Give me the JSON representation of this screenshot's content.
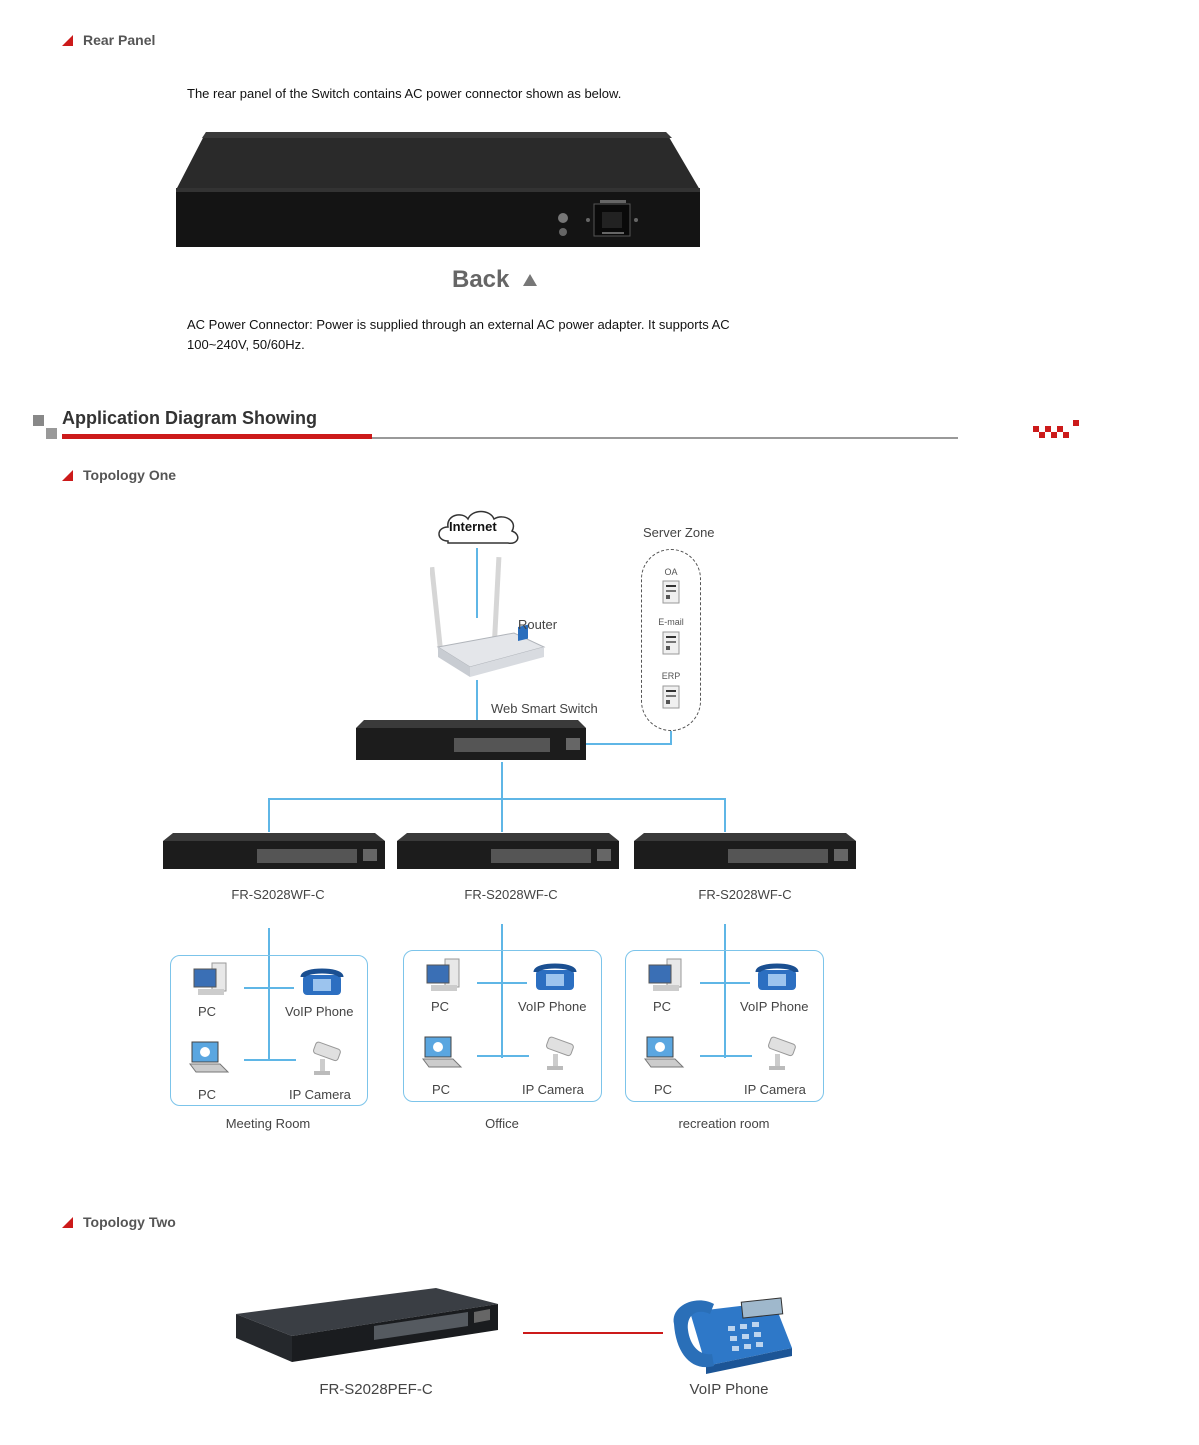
{
  "rear_panel": {
    "heading": "Rear Panel",
    "intro": "The rear panel of the Switch contains AC power connector shown as below.",
    "caption": "Back",
    "ac_text_line1": "AC Power Connector: Power is supplied through an external AC power adapter. It supports AC",
    "ac_text_line2": "100~240V, 50/60Hz."
  },
  "app_diagram": {
    "title": "Application Diagram Showing"
  },
  "topology_one": {
    "heading": "Topology One",
    "internet": "Internet",
    "router": "Router",
    "web_switch": "Web Smart Switch",
    "server_zone": {
      "title": "Server Zone",
      "servers": [
        "OA",
        "E-mail",
        "ERP"
      ]
    },
    "switches": [
      "FR-S2028WF-C",
      "FR-S2028WF-C",
      "FR-S2028WF-C"
    ],
    "zones": [
      {
        "name": "Meeting Room",
        "pc1": "PC",
        "phone": "VoIP Phone",
        "pc2": "PC",
        "camera": "IP Camera"
      },
      {
        "name": "Office",
        "pc1": "PC",
        "phone": "VoIP Phone",
        "pc2": "PC",
        "camera": "IP Camera"
      },
      {
        "name": "recreation room",
        "pc1": "PC",
        "phone": "VoIP Phone",
        "pc2": "PC",
        "camera": "IP Camera"
      }
    ]
  },
  "topology_two": {
    "heading": "Topology Two",
    "switch_label": "FR-S2028PEF-C",
    "phone_label": "VoIP Phone"
  },
  "colors": {
    "accent_red": "#cc1a1a",
    "wire_blue": "#5fb6e6",
    "device_black": "#1e1e1e"
  }
}
